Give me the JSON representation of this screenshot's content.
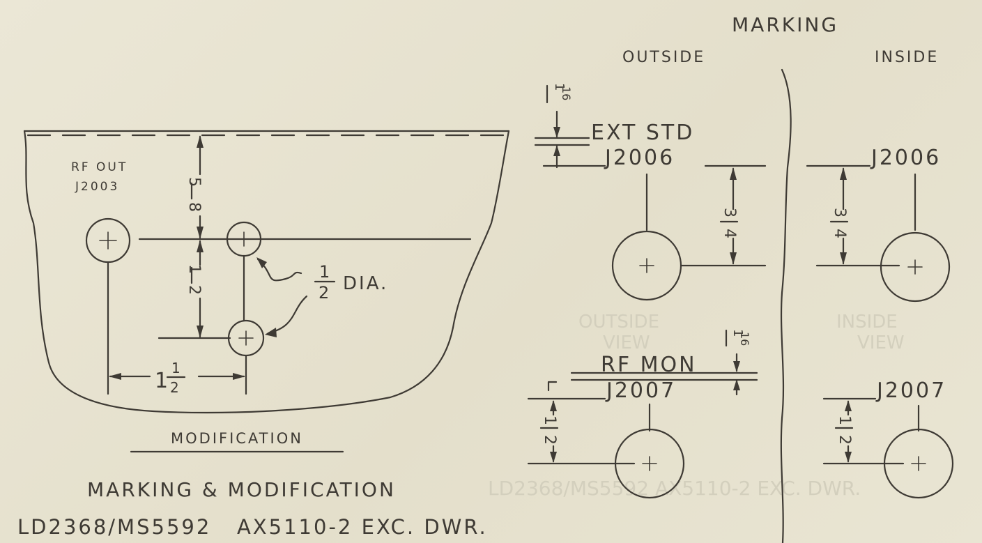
{
  "left_panel": {
    "rf_out_label_line1": "RF OUT",
    "rf_out_label_line2": "J2003",
    "dim_top_num": "5",
    "dim_top_den": "8",
    "dim_mid_num": "1",
    "dim_mid_den": "2",
    "dia_num": "1",
    "dia_den": "2",
    "dia_label": "DIA.",
    "dim_horiz_whole": "1",
    "dim_horiz_num": "1",
    "dim_horiz_den": "2",
    "caption": "MODIFICATION"
  },
  "marking": {
    "title": "MARKING",
    "outside_label": "OUTSIDE",
    "inside_label": "INSIDE",
    "ext_std_label": "EXT STD",
    "j2006_outside": "J2006",
    "j2006_inside": "J2006",
    "rf_mon_label": "RF MON",
    "j2007_outside": "J2007",
    "j2007_inside": "J2007",
    "gap_num": "1",
    "gap_den": "16",
    "gap2_num": "1",
    "gap2_den": "16",
    "dim_34_num": "3",
    "dim_34_den": "4",
    "dim_34b_num": "3",
    "dim_34b_den": "4",
    "dim_12_num": "1",
    "dim_12_den": "2",
    "dim_12b_num": "1",
    "dim_12b_den": "2"
  },
  "footer": {
    "line1": "MARKING & MODIFICATION",
    "line2": "LD2368/MS5592   AX5110-2 EXC. DWR."
  }
}
